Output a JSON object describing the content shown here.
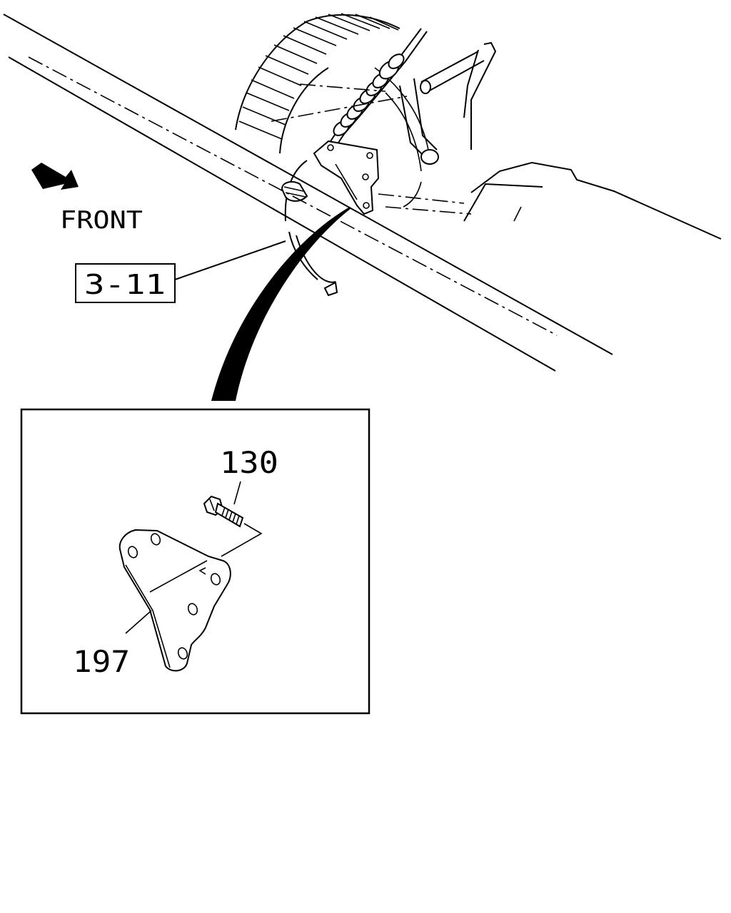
{
  "labels": {
    "front": "FRONT",
    "ref_box": "3-11",
    "part_bolt": "130",
    "part_bracket": "197"
  },
  "icons": {
    "front_arrow": "arrow-down-right-icon"
  },
  "colors": {
    "line": "#000000",
    "background": "#ffffff"
  }
}
